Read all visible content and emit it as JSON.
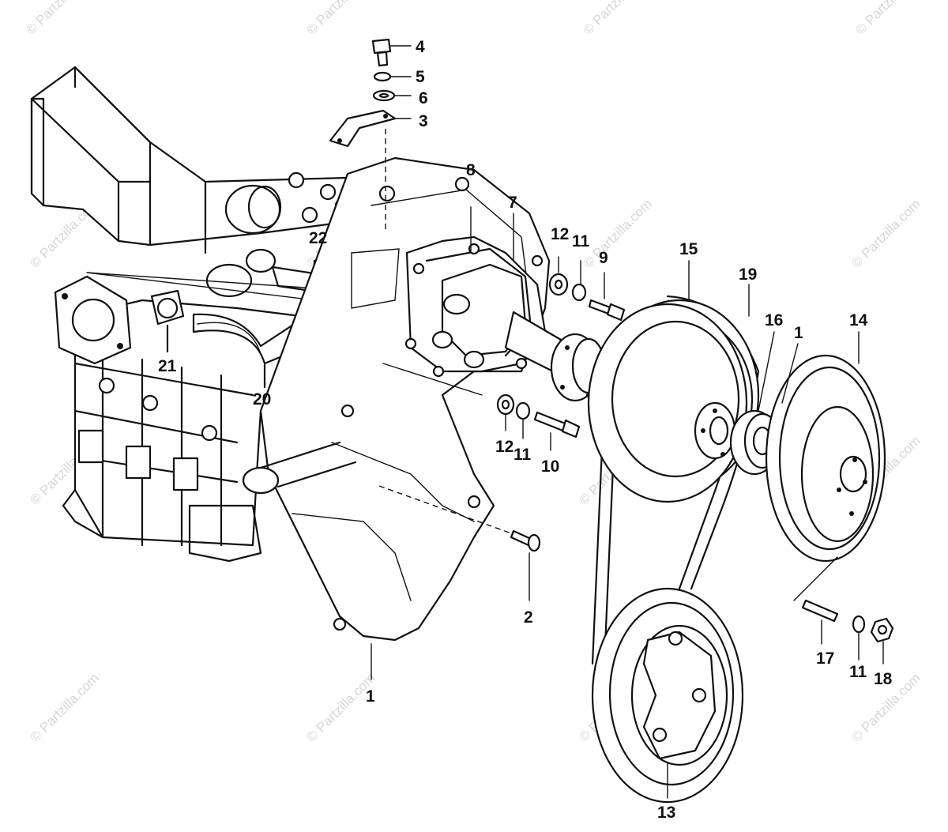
{
  "watermark": "© Partzilla.com",
  "callouts": {
    "c1_top": "1",
    "c1_bottom": "1",
    "c2": "2",
    "c3": "3",
    "c4": "4",
    "c5": "5",
    "c6": "6",
    "c7": "7",
    "c8": "8",
    "c9": "9",
    "c10": "10",
    "c11_a": "11",
    "c11_b": "11",
    "c11_c": "11",
    "c12_a": "12",
    "c12_b": "12",
    "c13": "13",
    "c14": "14",
    "c15": "15",
    "c16": "16",
    "c17": "17",
    "c18": "18",
    "c19": "19",
    "c20": "20",
    "c21": "21",
    "c22": "22"
  }
}
